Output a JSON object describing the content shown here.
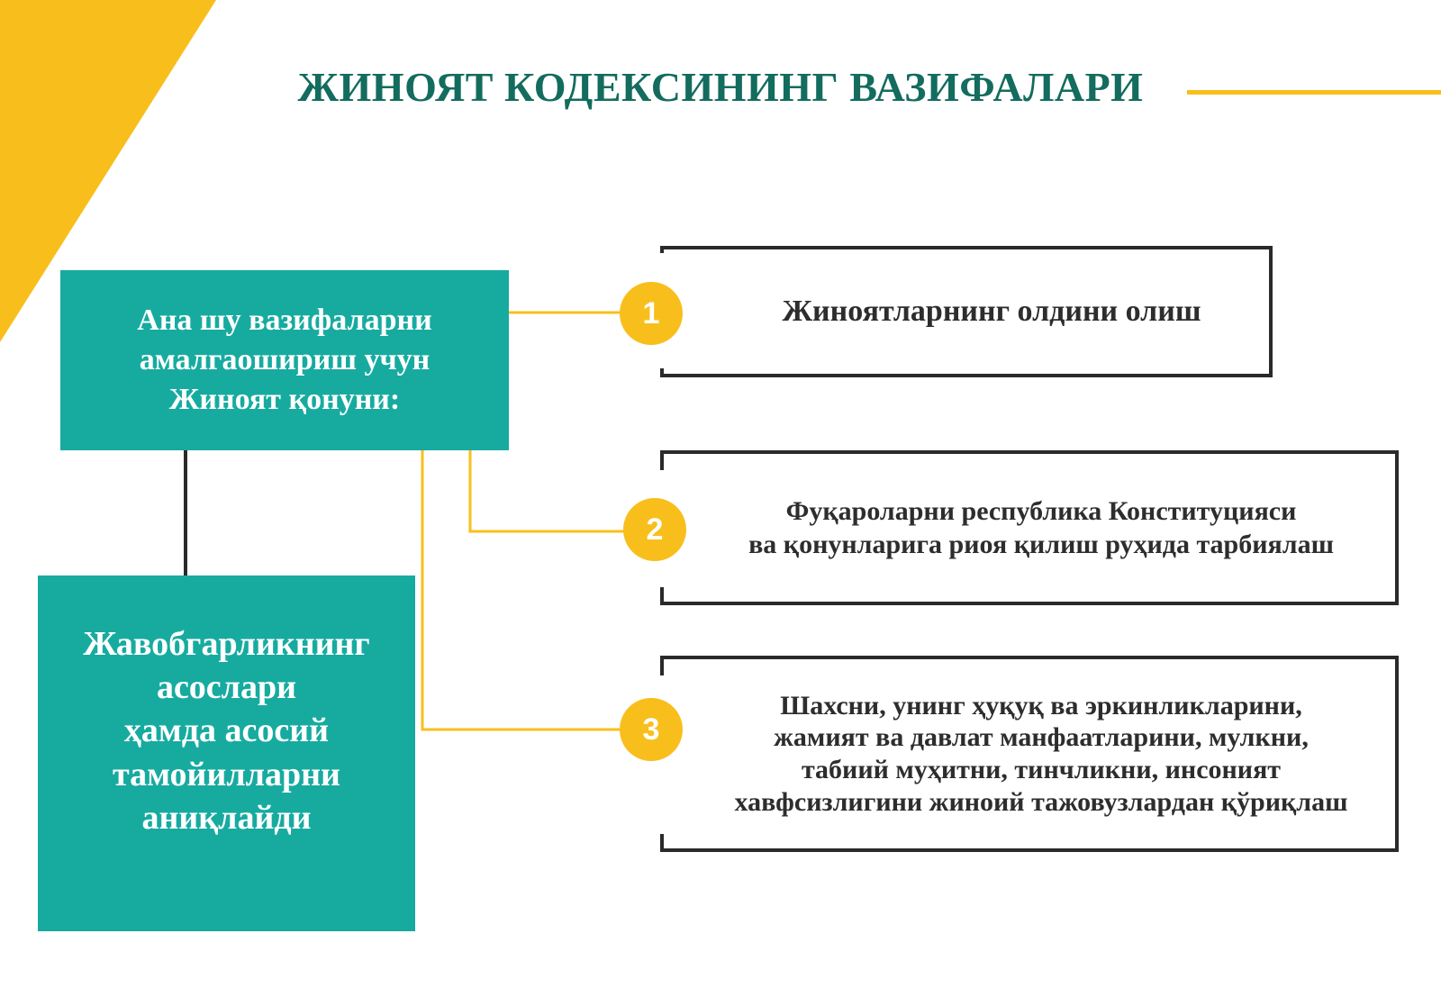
{
  "title": "ЖИНОЯТ КОДЕКСИНИНГ ВАЗИФАЛАРИ",
  "colors": {
    "accent": "#f8bf1c",
    "teal": "#17aba0",
    "title": "#136c5e",
    "border": "#2a2a2a"
  },
  "main_box": {
    "lines": [
      "Ана шу вазифаларни",
      "амалгаошириш учун",
      "Жиноят қонуни:"
    ]
  },
  "secondary_box": {
    "lines": [
      "Жавобгарликнинг",
      "асослари",
      "ҳамда асосий",
      "тамойилларни",
      "аниқлайди"
    ]
  },
  "tasks": [
    {
      "number": "1",
      "lines": [
        "Жиноятларнинг олдини олиш"
      ]
    },
    {
      "number": "2",
      "lines": [
        "Фуқароларни республика Конституцияси",
        "ва қонунларига риоя қилиш руҳида тарбиялаш"
      ]
    },
    {
      "number": "3",
      "lines": [
        "Шахсни, унинг ҳуқуқ ва эркинликларини,",
        "жамият ва давлат манфаатларини, мулкни,",
        "табиий муҳитни, тинчликни, инсоният",
        "хавфсизлигини жиноий тажовузлардан қўриқлаш"
      ]
    }
  ]
}
